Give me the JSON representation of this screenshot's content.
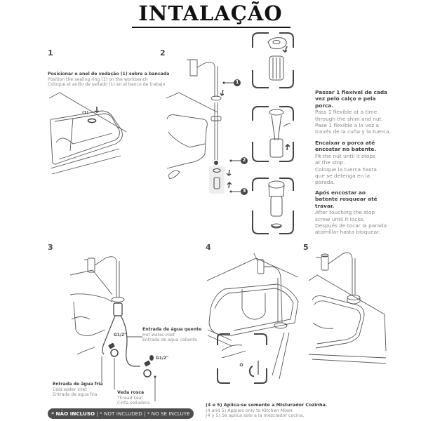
{
  "title": "INTALAÇÃO",
  "steps": {
    "s1": {
      "number": "1",
      "pt": "Posicionar o anel de vedação (1) sobre a bancada",
      "en": "Position the sealing ring (1) on the workbench",
      "es": "Coloque el anillo de sellado (1) en el banco de trabajo",
      "ring_label": "(1)"
    },
    "s2": {
      "number": "2",
      "callouts": [
        "1",
        "2",
        "3"
      ],
      "details": [
        {
          "pt_lines": [
            "Passar 1 flexível de cada",
            "vez pelo calço e pela",
            "porca."
          ],
          "en_lines": [
            "Pass 1 flexible at a time",
            "through the shim and nut."
          ],
          "es_lines": [
            "Pase 1 flexible a la vez a",
            "través de la cuña y la tuerca."
          ]
        },
        {
          "pt_lines": [
            "Encaixar a porca até",
            "encostar no batente."
          ],
          "en_lines": [
            "Fit the nut until it stops",
            "at the stop."
          ],
          "es_lines": [
            "Coloque la tuerca hasta",
            "que se detenga en la",
            "parada."
          ]
        },
        {
          "pt_lines": [
            "Após encostar ao",
            "batente rosquear até",
            "travar."
          ],
          "en_lines": [
            "After touching the stop",
            "screw until it locks."
          ],
          "es_lines": [
            "Después de tocar la parada",
            "atornillar hasta bloquear."
          ]
        }
      ]
    },
    "s3": {
      "number": "3",
      "hot": {
        "pt": "Entrada de água quente",
        "en": "Hot water inlet",
        "es": "Entrada de agua caliente"
      },
      "cold": {
        "pt": "Entrada de água fria",
        "en": "Cold water inlet",
        "es": "Entrada de agua fria"
      },
      "seal": {
        "pt": "Veda rosca",
        "en": "Thread seal",
        "es": "Cinta selladora"
      },
      "thread_size_1": "G1/2\"",
      "thread_size_2": "G1/2\"",
      "not_included": {
        "pt": "* NÃO INCLUSO",
        "sep1": " | ",
        "en": "* NOT INCLUDED",
        "sep2": " | ",
        "es": "* NO SE INCLUYE"
      }
    },
    "s4": {
      "number": "4"
    },
    "s5": {
      "number": "5"
    },
    "note45": {
      "pt": "(4 e 5) Aplica-se somente a Misturador Cozinha.",
      "en": "(4 and 5) Applies only to Kitchen Mixer.",
      "es": "(4 y 5) Se aplica solo a la mezclador cocina."
    }
  },
  "colors": {
    "line": "#555555",
    "text_bold": "#3d3d3d",
    "text_light": "#8a8a8a",
    "badge_bg": "#4d4d4d",
    "callout": "#444444"
  }
}
